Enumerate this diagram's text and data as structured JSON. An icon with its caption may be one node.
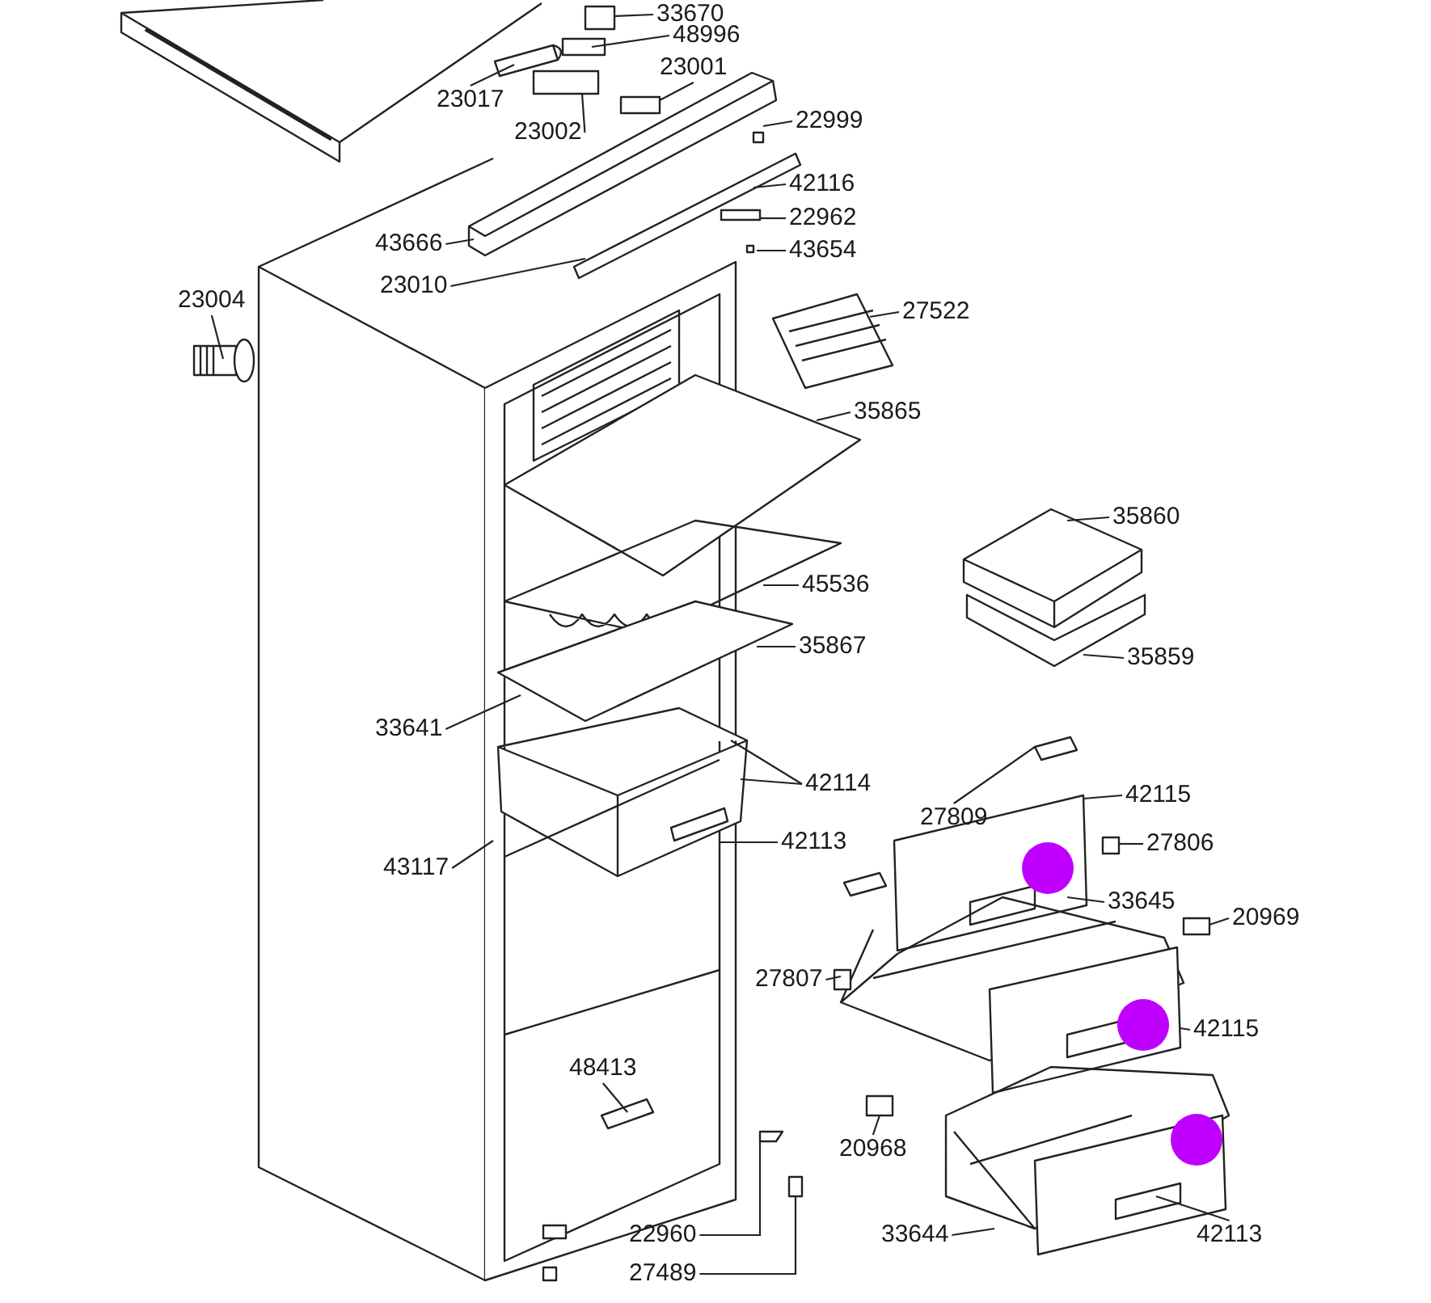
{
  "diagram": {
    "nodes": [
      {
        "text": [
          "33670"
        ]
      },
      {
        "text": [
          "48996"
        ]
      },
      {
        "text": [
          "23001"
        ]
      },
      {
        "text": [
          "23017"
        ]
      },
      {
        "text": [
          "23002"
        ]
      },
      {
        "text": [
          "22999"
        ]
      },
      {
        "text": [
          "42116"
        ]
      },
      {
        "text": [
          "22962"
        ]
      },
      {
        "text": [
          "43666"
        ]
      },
      {
        "text": [
          "43654"
        ]
      },
      {
        "text": [
          "23010"
        ]
      },
      {
        "text": [
          "23004"
        ]
      },
      {
        "text": [
          "27522"
        ]
      },
      {
        "text": [
          "35865"
        ]
      },
      {
        "text": [
          "35860"
        ]
      },
      {
        "text": [
          "45536"
        ]
      },
      {
        "text": [
          "35867"
        ]
      },
      {
        "text": [
          "35859"
        ]
      },
      {
        "text": [
          "33641"
        ]
      },
      {
        "text": [
          "42114"
        ]
      },
      {
        "text": [
          "42115"
        ]
      },
      {
        "text": [
          "27809"
        ]
      },
      {
        "text": [
          "42113"
        ]
      },
      {
        "text": [
          "27806"
        ]
      },
      {
        "text": [
          "43117"
        ]
      },
      {
        "text": [
          "33645"
        ]
      },
      {
        "text": [
          "20969"
        ]
      },
      {
        "text": [
          "27807"
        ]
      },
      {
        "text": [
          "42115"
        ]
      },
      {
        "text": [
          "48413"
        ]
      },
      {
        "text": [
          "20968"
        ]
      },
      {
        "text": [
          "42113"
        ]
      },
      {
        "text": [
          "22960"
        ]
      },
      {
        "text": [
          "33644"
        ]
      },
      {
        "text": [
          "27489"
        ]
      }
    ],
    "edges": [
      {
        "from": 0,
        "to": null,
        "arrow": "none"
      },
      {
        "from": 1,
        "to": null,
        "arrow": "none"
      },
      {
        "from": 2,
        "to": null,
        "arrow": "none"
      },
      {
        "from": 3,
        "to": null,
        "arrow": "none"
      },
      {
        "from": 4,
        "to": null,
        "arrow": "none"
      },
      {
        "from": 5,
        "to": null,
        "arrow": "none"
      },
      {
        "from": 6,
        "to": null,
        "arrow": "none"
      },
      {
        "from": 7,
        "to": null,
        "arrow": "none"
      },
      {
        "from": 8,
        "to": null,
        "arrow": "none"
      },
      {
        "from": 9,
        "to": null,
        "arrow": "none"
      },
      {
        "from": 10,
        "to": null,
        "arrow": "none"
      },
      {
        "from": 11,
        "to": null,
        "arrow": "none"
      },
      {
        "from": 12,
        "to": null,
        "arrow": "none"
      },
      {
        "from": 13,
        "to": null,
        "arrow": "none"
      },
      {
        "from": 14,
        "to": null,
        "arrow": "none"
      },
      {
        "from": 15,
        "to": null,
        "arrow": "none"
      },
      {
        "from": 16,
        "to": null,
        "arrow": "none"
      },
      {
        "from": 17,
        "to": null,
        "arrow": "none"
      },
      {
        "from": 18,
        "to": null,
        "arrow": "none"
      },
      {
        "from": 19,
        "to": null,
        "arrow": "none"
      },
      {
        "from": 19,
        "to": null,
        "arrow": "none"
      },
      {
        "from": 20,
        "to": null,
        "arrow": "none"
      },
      {
        "from": 21,
        "to": null,
        "arrow": "none"
      },
      {
        "from": 22,
        "to": null,
        "arrow": "none"
      },
      {
        "from": 23,
        "to": null,
        "arrow": "none"
      },
      {
        "from": 24,
        "to": null,
        "arrow": "none"
      },
      {
        "from": 25,
        "to": null,
        "arrow": "none"
      },
      {
        "from": 26,
        "to": null,
        "arrow": "none"
      },
      {
        "from": 27,
        "to": null,
        "arrow": "none"
      },
      {
        "from": 28,
        "to": null,
        "arrow": "none"
      },
      {
        "from": 29,
        "to": null,
        "arrow": "none"
      },
      {
        "from": 30,
        "to": null,
        "arrow": "none"
      },
      {
        "from": 31,
        "to": null,
        "arrow": "none"
      },
      {
        "from": 32,
        "to": null,
        "arrow": "none"
      },
      {
        "from": 33,
        "to": null,
        "arrow": "none"
      },
      {
        "from": 34,
        "to": null,
        "arrow": "none"
      }
    ]
  }
}
